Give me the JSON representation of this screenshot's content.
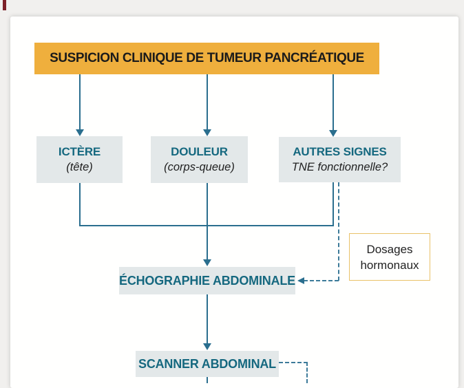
{
  "document": {
    "type": "medical-decision-flowchart",
    "language": "fr"
  },
  "palette": {
    "banner_yellow": "#EFAF3D",
    "node_fill": "#E3E8E9",
    "node_title_teal": "#15687F",
    "connector_teal": "#2A6E8E",
    "dashed_connector_teal": "#3C7A99",
    "dosages_border_gold": "#E9C167",
    "edge_mark_red": "#7D2128",
    "page_background": "#F1F0EE",
    "card_background": "#FFFFFE"
  },
  "banner": {
    "title": "SUSPICION CLINIQUE DE TUMEUR PANCRÉATIQUE"
  },
  "nodes": {
    "ictere": {
      "title": "ICTÈRE",
      "subtitle": "(tête)"
    },
    "douleur": {
      "title": "DOULEUR",
      "subtitle": "(corps-queue)"
    },
    "autres_signes": {
      "title": "AUTRES SIGNES",
      "subtitle": "TNE fonctionnelle?"
    },
    "echographie": {
      "title": "ÉCHOGRAPHIE ABDOMINALE"
    },
    "scanner": {
      "title": "SCANNER ABDOMINAL"
    },
    "dosages": {
      "line1": "Dosages",
      "line2": "hormonaux"
    }
  }
}
